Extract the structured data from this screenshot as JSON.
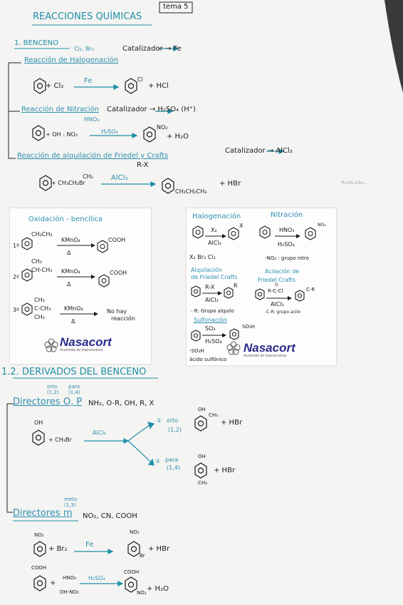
{
  "header": {
    "title": "REACCIONES QUÍMICAS",
    "tag": "tema 5"
  },
  "s1": {
    "heading": "1. BENCENO",
    "halogenation": {
      "label": "Reacción de Halogenación",
      "reagents_top": "Cl₂, Br₂",
      "catalyst": "Catalizador → Fe",
      "arrow_label": "Fe",
      "reactant2": "+ Cl₂",
      "product_sub": "Cl",
      "byproduct": "+ HCl"
    },
    "nitration": {
      "label": "Reacción de Nitración",
      "reagent_under": "HNO₃",
      "catalyst": "Catalizador → H₂SO₄ (H⁺)",
      "reactant2": "+ OH - NO₂",
      "arrow_label": "H₂SO₄",
      "product_sub": "NO₂",
      "byproduct": "+ H₂O"
    },
    "alkylation": {
      "label": "Reacción de alquilación de Friedel y Crafts",
      "catalyst": "Catalizador → AlCl₃",
      "rx": "R-X",
      "reactant2": "+ CH₃CH₂Br",
      "reactant2_top": "CH₂",
      "arrow_label": "AlCl₃",
      "product_sub": "CH₂CH₂CH₃",
      "byproduct": "+ HBr",
      "side_note": "R-CH₂-CH₂-..."
    }
  },
  "note_left": {
    "title": "Oxidación - bencílica",
    "r1": {
      "num": "1º",
      "sub": "CH₂CH₃",
      "reagent": "KMnO₄",
      "cond": "Δ",
      "product": "COOH"
    },
    "r2": {
      "num": "2º",
      "sub": "CH-CH₃",
      "sub_top": "CH₃",
      "reagent": "KMnO₄",
      "cond": "Δ",
      "product": "COOH"
    },
    "r3": {
      "num": "3º",
      "sub_top": "CH₃",
      "sub_mid": "C-CH₃",
      "sub_bot": "CH₃",
      "reagent": "KMnO₄",
      "cond": "Δ",
      "product1": "No hay",
      "product2": "reacción"
    },
    "brand": "Nasacort",
    "brand_small": "Acetónido de triamcinolona"
  },
  "note_right": {
    "hal_title": "Halogenación",
    "hal_reagent": "X₂",
    "hal_cat": "AlCl₃",
    "hal_sub": "X",
    "hal_note": "X₂ Br₂ Cl₂",
    "nit_title": "Nitración",
    "nit_reagent": "HNO₃",
    "nit_cat": "H₂SO₄",
    "nit_sub": "NO₂",
    "nit_note": "-NO₂ : grupo nitro",
    "alq_title1": "Alquilación",
    "alq_title2": "de Friedel Crafts",
    "alq_reagent": "R-X",
    "alq_cat": "AlCl₃",
    "alq_sub": "R",
    "alq_note": "- R: Grupo alquilo",
    "acil_title1": "Acilación de",
    "acil_title2": "Friedel Crafts",
    "acil_reagent": "R-C-Cl",
    "acil_o": "O",
    "acil_cat": "AlCl₃",
    "acil_sub": "C-R",
    "acil_note": "-C-R: grupo acilo",
    "sulf_title": "Sulfonación",
    "sulf_reagent": "SO₃",
    "sulf_cat": "H₂SO₄",
    "sulf_sub": "SO₃H",
    "sulf_note1": "-SO₃H",
    "sulf_note2": "ácido sulfónico",
    "brand": "Nasacort",
    "brand_small": "Acetónido de triamcinolona"
  },
  "s2": {
    "heading": "1.2. DERIVADOS DEL BENCENO",
    "op": {
      "label": "Directores O, P",
      "orto_top": "orto",
      "orto_pos": "(1,2)",
      "para_top": "para",
      "para_pos": "(1,4)",
      "groups": "NH₂, O-R, OH, R, X",
      "reactant_sub": "OH",
      "reactant2": "+ CH₃Br",
      "arrow_label": "AlCl₃",
      "prod_orto_num": "①",
      "prod_orto_label": "orto",
      "prod_orto_pos": "(1,2)",
      "prod_orto_sub1": "OH",
      "prod_orto_sub2": "CH₃",
      "prod_orto_by": "+ HBr",
      "prod_para_num": "②",
      "prod_para_label": "para",
      "prod_para_pos": "(1,4)",
      "prod_para_sub1": "OH",
      "prod_para_sub2": "CH₃",
      "prod_para_by": "+ HBr"
    },
    "m": {
      "label": "Directores m",
      "meta_top": "meta",
      "meta_pos": "(1,3)",
      "groups": "NO₂, CN, COOH",
      "r1_sub": "NO₂",
      "r1_reactant2": "+ Br₂",
      "r1_arrow": "Fe",
      "r1_prod_sub1": "NO₂",
      "r1_prod_sub2": "Br",
      "r1_by": "+ HBr",
      "r2_sub": "COOH",
      "r2_plus": "+",
      "r2_reag1": "HNO₃",
      "r2_reag2": "OH-NO₂",
      "r2_arrow": "H₂SO₄",
      "r2_prod_sub1": "COOH",
      "r2_prod_sub2": "NO₂",
      "r2_by": "+ H₂O"
    }
  }
}
